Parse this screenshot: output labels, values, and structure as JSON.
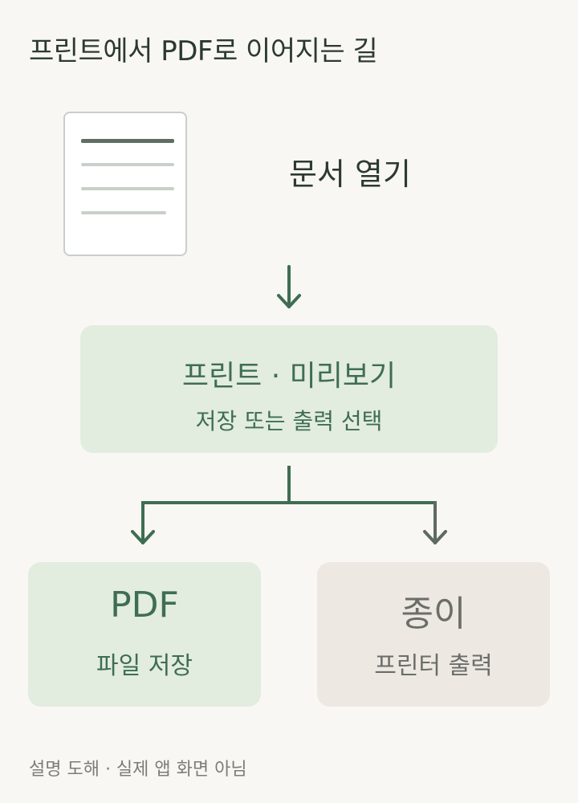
{
  "title": "프린트에서 PDF로 이어지는 길",
  "document_icon": "document-icon",
  "steps": {
    "open": "문서 열기",
    "preview": {
      "title": "프린트 · 미리보기",
      "subtitle": "저장 또는 출력 선택"
    },
    "pdf": {
      "title": "PDF",
      "subtitle": "파일 저장"
    },
    "paper": {
      "title": "종이",
      "subtitle": "프린터 출력"
    }
  },
  "footer": "설명 도해 · 실제 앱 화면 아님",
  "colors": {
    "background": "#f9f7f3",
    "accent_green": "#3e6e52",
    "pdf_box": "#e2ecdf",
    "paper_box": "#ede8e2",
    "paper_arrow": "#5e6a62"
  }
}
